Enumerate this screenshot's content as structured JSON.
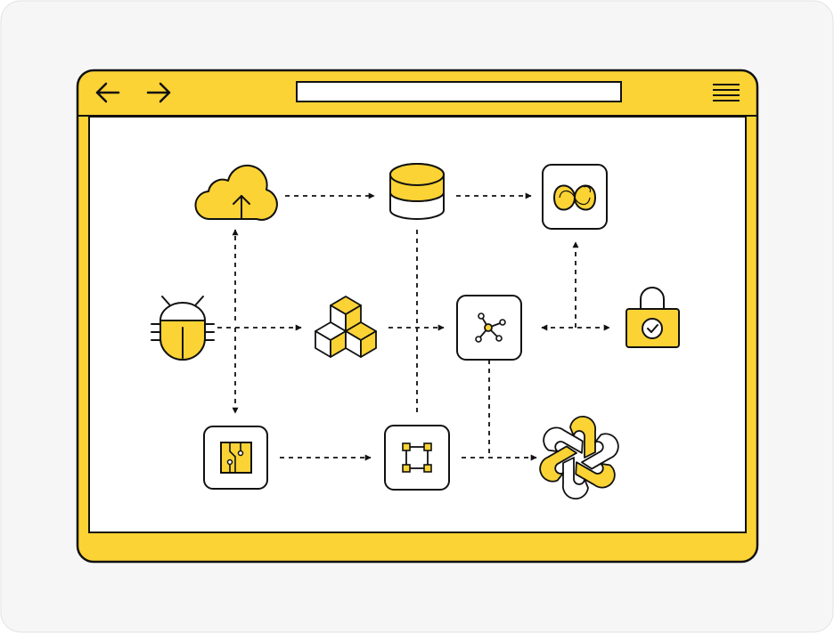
{
  "colors": {
    "accent": "#FBD335",
    "outline": "#111111",
    "card": "#F6F6F6",
    "canvas": "#FFFFFF"
  },
  "window": {
    "back_icon": "arrow-left-icon",
    "forward_icon": "arrow-right-icon",
    "address_bar_text": "",
    "menu_icon": "hamburger-menu-icon"
  },
  "nodes": [
    {
      "id": "cloud-upload",
      "icon": "cloud-upload-icon"
    },
    {
      "id": "database",
      "icon": "database-icon"
    },
    {
      "id": "infinity-app",
      "icon": "infinity-logo-icon"
    },
    {
      "id": "bug",
      "icon": "bug-icon"
    },
    {
      "id": "cubes",
      "icon": "cubes-icon"
    },
    {
      "id": "network",
      "icon": "network-nodes-icon"
    },
    {
      "id": "lock",
      "icon": "lock-check-icon"
    },
    {
      "id": "circuit",
      "icon": "circuit-board-icon"
    },
    {
      "id": "bounding-box",
      "icon": "bounding-box-icon"
    },
    {
      "id": "openai",
      "icon": "openai-logo-icon"
    }
  ],
  "connections": [
    {
      "from": "cloud-upload",
      "to": "database",
      "direction": "forward"
    },
    {
      "from": "database",
      "to": "infinity-app",
      "direction": "forward"
    },
    {
      "from": "bug",
      "to": "cloud-upload",
      "direction": "forward"
    },
    {
      "from": "bug",
      "to": "circuit",
      "direction": "forward"
    },
    {
      "from": "bug",
      "to": "cubes",
      "direction": "forward"
    },
    {
      "from": "cubes",
      "to": "network",
      "direction": "forward"
    },
    {
      "from": "network",
      "to": "lock",
      "direction": "both"
    },
    {
      "from": "lock",
      "to": "infinity-app",
      "direction": "forward"
    },
    {
      "from": "database",
      "to": "bounding-box",
      "direction": "none"
    },
    {
      "from": "circuit",
      "to": "bounding-box",
      "direction": "forward"
    },
    {
      "from": "bounding-box",
      "to": "openai",
      "direction": "forward"
    },
    {
      "from": "network",
      "to": "openai",
      "direction": "none"
    }
  ]
}
